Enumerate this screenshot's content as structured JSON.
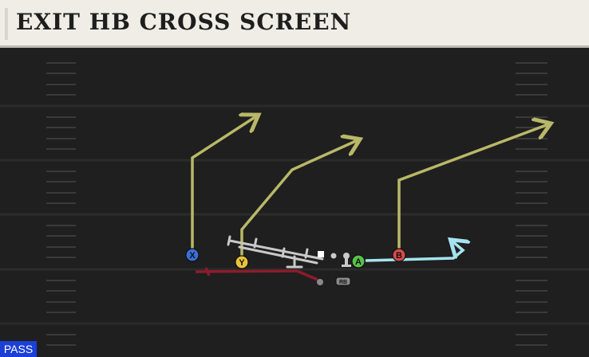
{
  "play": {
    "title": "EXIT HB CROSS SCREEN",
    "type_badge": "PASS"
  },
  "players": {
    "x": {
      "label": "X",
      "color": "#3a6fd6"
    },
    "y": {
      "label": "Y",
      "color": "#e8c43a"
    },
    "a": {
      "label": "A",
      "color": "#58c24a"
    },
    "b": {
      "label": "B",
      "color": "#d94b4b"
    },
    "rb": {
      "label": "RB",
      "color": "#8a8a8a"
    }
  },
  "colors": {
    "route_go": "#b9b868",
    "route_block": "#8b1c2c",
    "route_screen": "#a6e3f0",
    "oline": "#c9c9c9",
    "yard_line": "#2b2b2b",
    "hash": "#3a3a3a",
    "field": "#1f1f1f"
  }
}
